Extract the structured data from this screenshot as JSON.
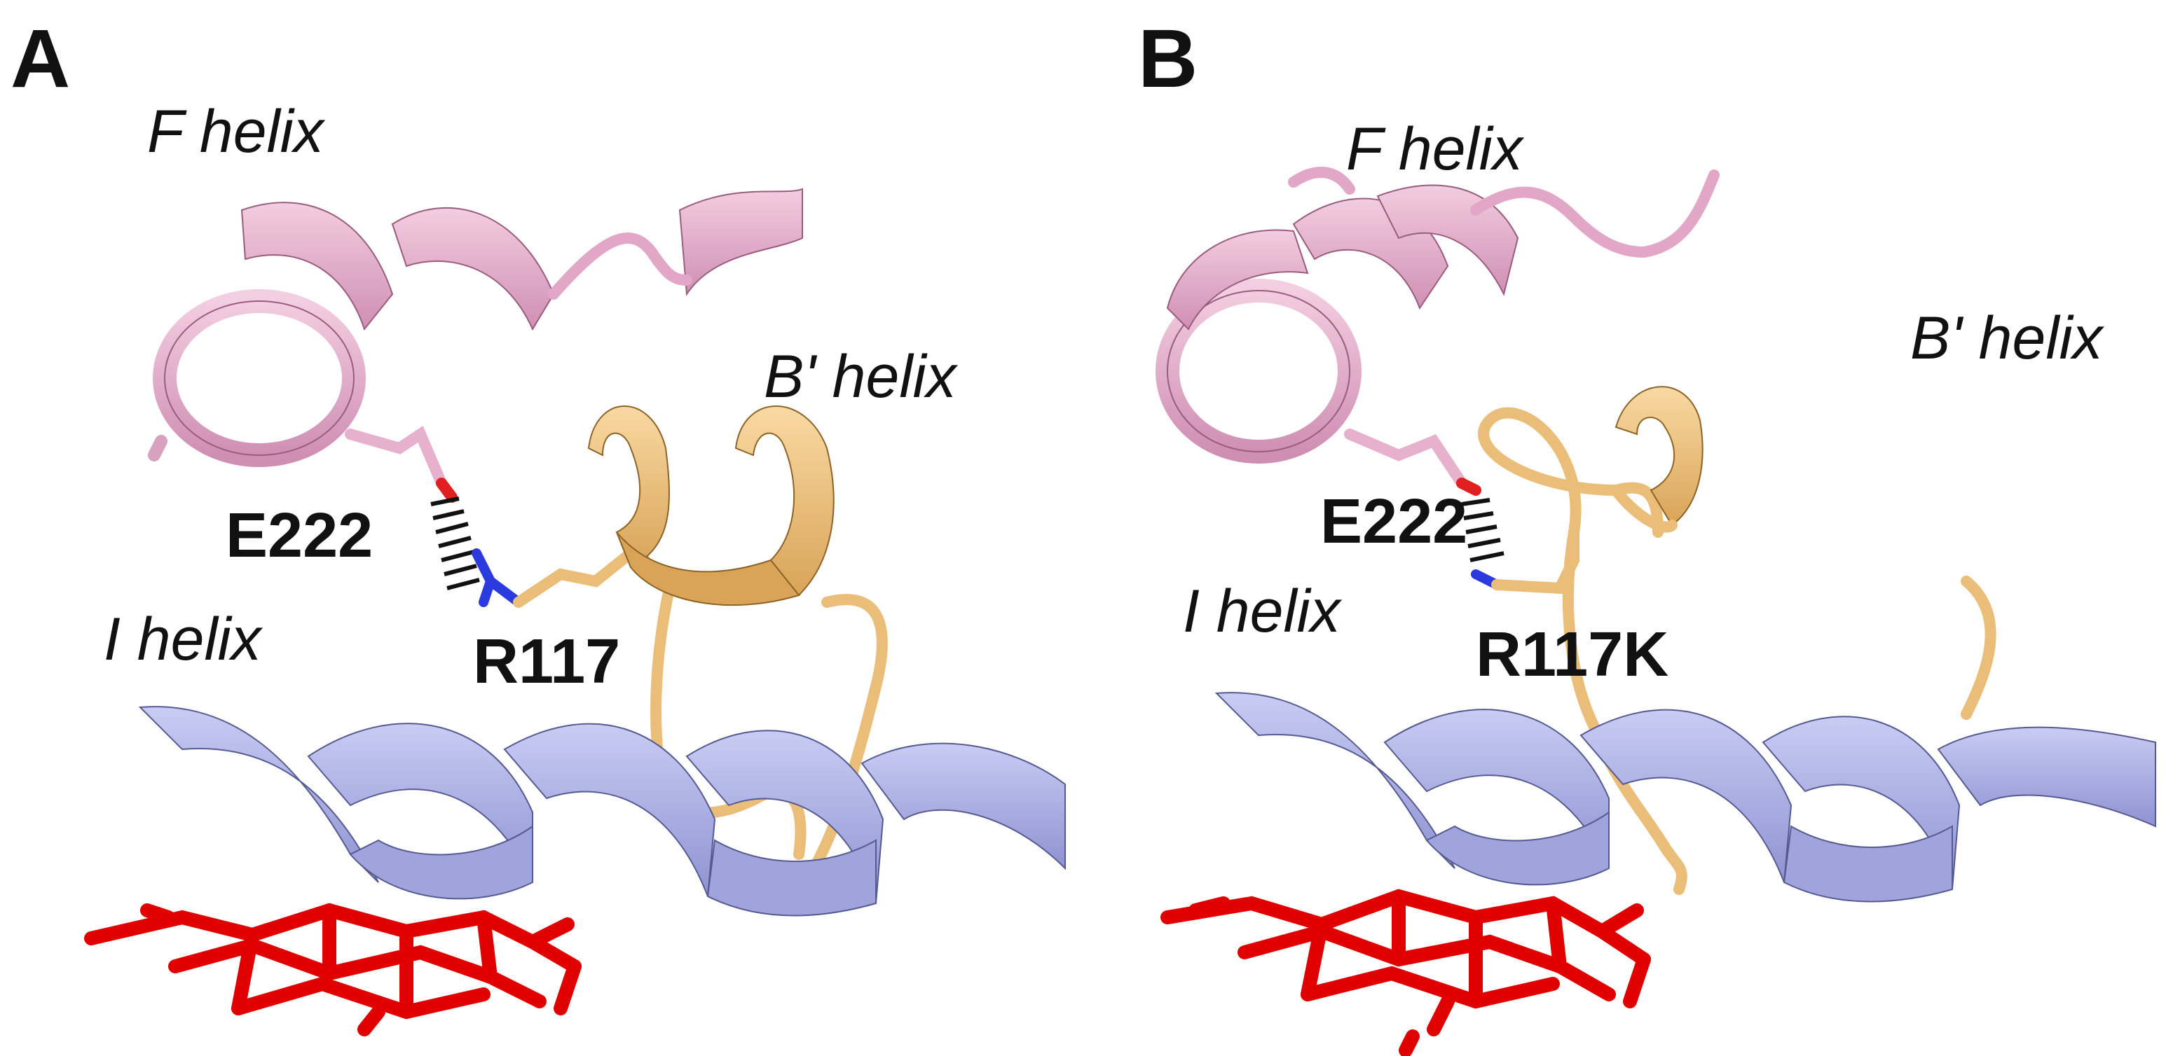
{
  "colors": {
    "f_helix": "#e8b3cf",
    "b_prime_helix": "#f0c47f",
    "i_helix": "#aeb3e6",
    "heme": "#e00000",
    "oxygen": "#e02020",
    "nitrogen": "#2a3adf",
    "hbond": "#111111"
  },
  "panels": [
    {
      "letter": "A",
      "labels": {
        "f_helix": "F helix",
        "b_prime_helix": "B' helix",
        "i_helix": "I helix",
        "acid_residue": "E222",
        "base_residue": "R117"
      }
    },
    {
      "letter": "B",
      "labels": {
        "f_helix": "F helix",
        "b_prime_helix": "B' helix",
        "i_helix": "I helix",
        "acid_residue": "E222",
        "base_residue": "R117K"
      }
    }
  ]
}
